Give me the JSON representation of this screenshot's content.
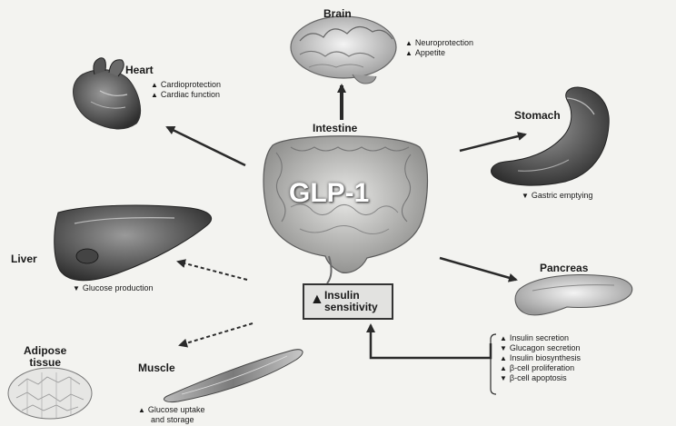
{
  "center": {
    "organ": "Intestine",
    "hormone": "GLP-1"
  },
  "organs": {
    "brain": {
      "name": "Brain",
      "effects": [
        {
          "dir": "up",
          "text": "Neuroprotection"
        },
        {
          "dir": "up",
          "text": "Appetite"
        }
      ]
    },
    "heart": {
      "name": "Heart",
      "effects": [
        {
          "dir": "up",
          "text": "Cardioprotection"
        },
        {
          "dir": "up",
          "text": "Cardiac function"
        }
      ]
    },
    "stomach": {
      "name": "Stomach",
      "effects": [
        {
          "dir": "down",
          "text": "Gastric emptying"
        }
      ]
    },
    "liver": {
      "name": "Liver",
      "effects": [
        {
          "dir": "down",
          "text": "Glucose production"
        }
      ]
    },
    "pancreas": {
      "name": "Pancreas",
      "effects": [
        {
          "dir": "up",
          "text": "Insulin secretion"
        },
        {
          "dir": "down",
          "text": "Glucagon secretion"
        },
        {
          "dir": "up",
          "text": "Insulin biosynthesis"
        },
        {
          "dir": "up",
          "text": "β-cell proliferation"
        },
        {
          "dir": "down",
          "text": "β-cell apoptosis"
        }
      ]
    },
    "adipose": {
      "name_line1": "Adipose",
      "name_line2": "tissue"
    },
    "muscle": {
      "name": "Muscle",
      "effects": [
        {
          "dir": "up",
          "text_line1": "Glucose uptake",
          "text_line2": "and storage"
        }
      ]
    }
  },
  "insulin_box": {
    "dir": "up",
    "line1": "Insulin",
    "line2": "sensitivity"
  },
  "arrow_glyphs": {
    "up": "▲",
    "down": "▼"
  }
}
